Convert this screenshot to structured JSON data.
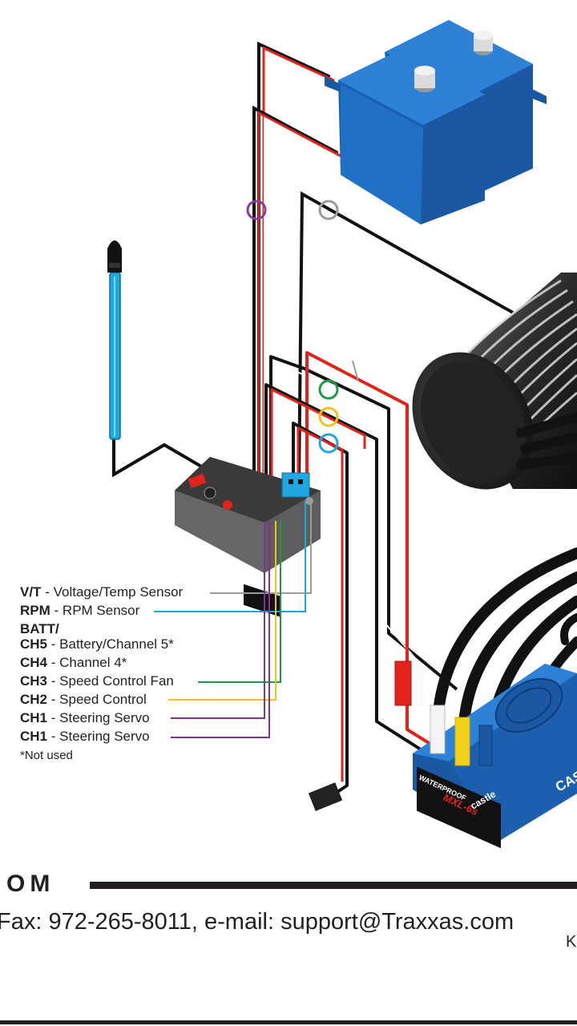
{
  "legend": {
    "rows": [
      {
        "code": "V/T",
        "sep": "-",
        "desc": "Voltage/Temp Sensor",
        "line_color": "#9b9b9b"
      },
      {
        "code": "RPM",
        "sep": "-",
        "desc": "RPM Sensor",
        "line_color": "#1ea7e0"
      },
      {
        "code": "BATT/",
        "sep": "",
        "desc": "",
        "line_color": ""
      },
      {
        "code": "CH5",
        "sep": "-",
        "desc": "Battery/Channel 5*",
        "line_color": ""
      },
      {
        "code": "CH4",
        "sep": "-",
        "desc": "Channel 4*",
        "line_color": ""
      },
      {
        "code": "CH3",
        "sep": "-",
        "desc": "Speed Control Fan",
        "line_color": "#1a9a4a"
      },
      {
        "code": "CH2",
        "sep": "-",
        "desc": "Speed Control",
        "line_color": "#f2c21b"
      },
      {
        "code": "CH1",
        "sep": "-",
        "desc": "Steering Servo",
        "line_color": "#7b3595"
      },
      {
        "code": "CH1",
        "sep": "-",
        "desc": "Steering Servo",
        "line_color": "#7b3595"
      }
    ],
    "note": "*Not used"
  },
  "esc_labels": {
    "brand_top": "WATERPROOF",
    "model": "MXL-6s",
    "partner": "castle",
    "side_text": "CAS"
  },
  "footer": {
    "logo_fragment": "OM",
    "contact": "Fax: 972-265-8011, e-mail: support@Traxxas.com",
    "edge_text": "K"
  },
  "colors": {
    "servo_blue": "#1f6fc8",
    "antenna_blue": "#1ea7e0",
    "wire_red": "#e2231a",
    "wire_black": "#111111",
    "receiver_gray": "#5a5a5a",
    "marker_purple": "#8a3a9e",
    "marker_gray": "#9b9b9b",
    "marker_green": "#1a9a4a",
    "marker_yellow": "#f2c21b",
    "marker_blue": "#1ea7e0"
  }
}
